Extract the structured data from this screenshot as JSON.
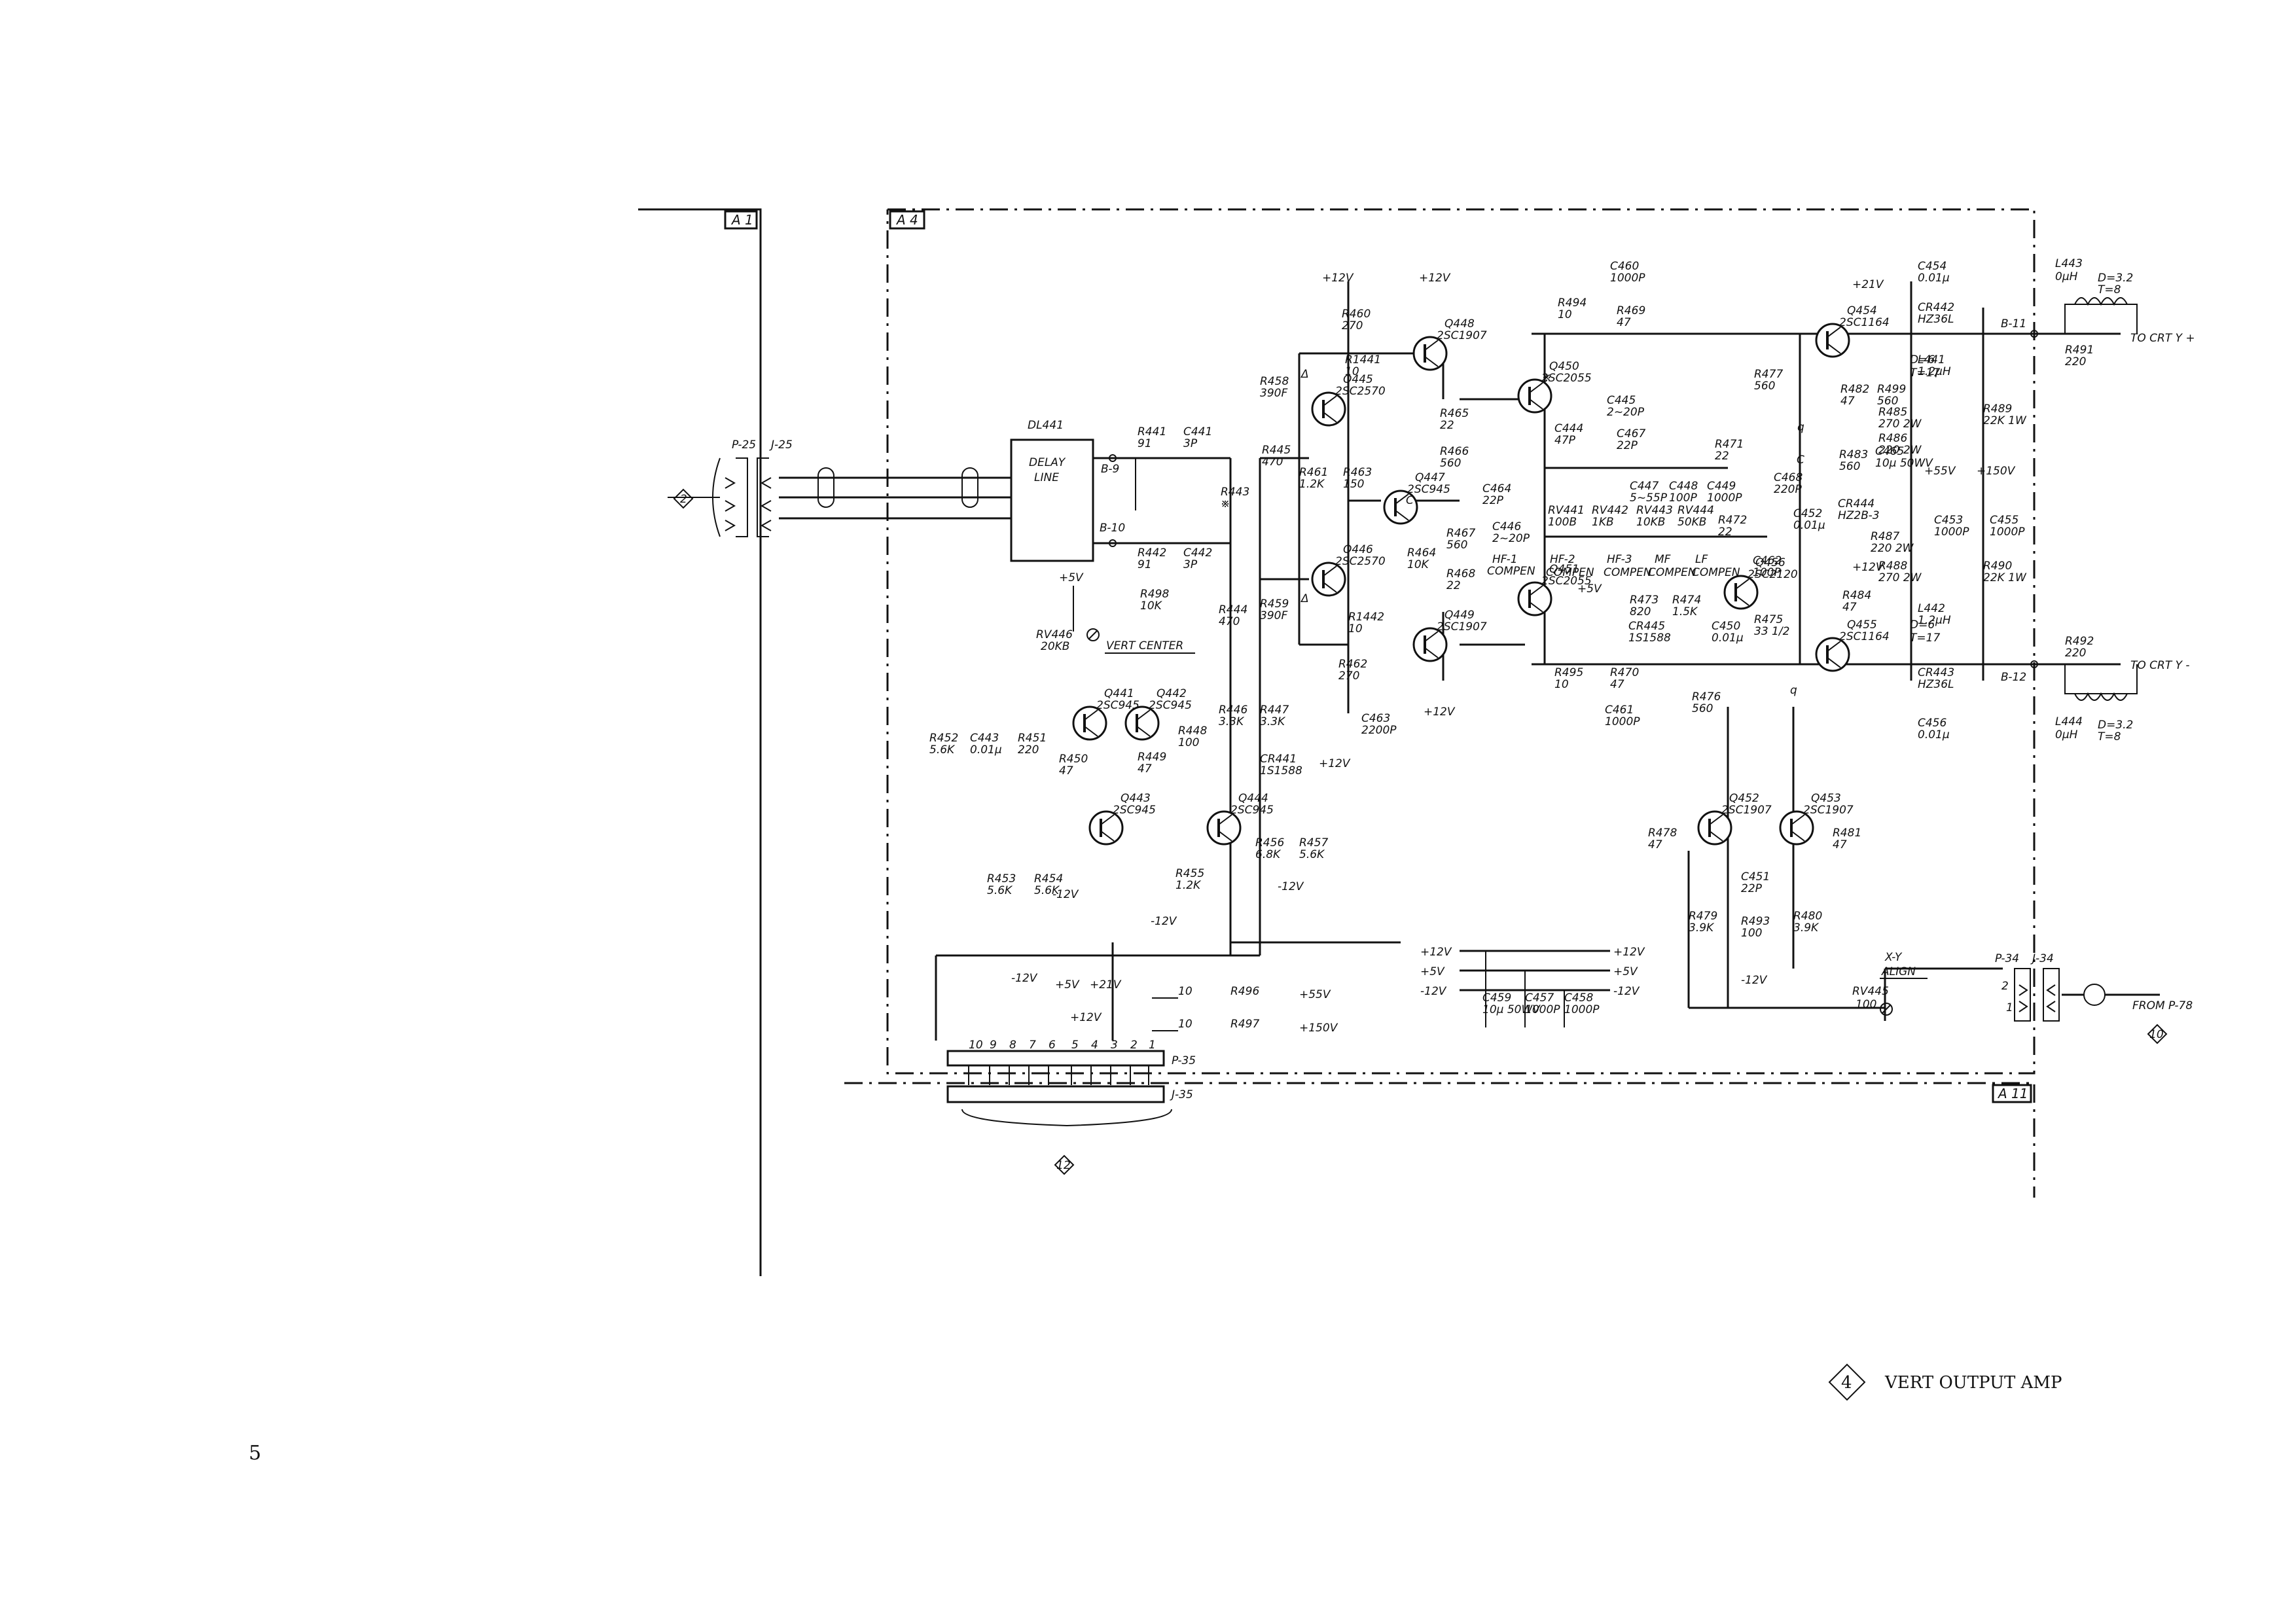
{
  "frames": {
    "a1": "A 1",
    "a4": "A 4",
    "a11": "A 11"
  },
  "title": {
    "marker": "4",
    "text": "VERT OUTPUT AMP"
  },
  "page_number": "5",
  "rails": {
    "p12": "+12V",
    "p5": "+5V",
    "m12": "-12V",
    "p21": "+21V",
    "p150": "+150V",
    "p55": "+55V"
  },
  "inputs": {
    "p25": "P-25",
    "j25": "J-25",
    "marker2": "2"
  },
  "delay_line": {
    "label1": "DELAY",
    "label2": "LINE",
    "ref": "DL441",
    "b9": "B-9",
    "b10": "B-10"
  },
  "outputs": {
    "crt_pos": "TO CRT Y +",
    "crt_neg": "TO CRT Y -",
    "b11": "B-11",
    "b12": "B-12"
  },
  "from_p78": {
    "text": "FROM P-78",
    "marker": "10",
    "p34": "P-34",
    "j34": "J-34",
    "pin2": "2",
    "pin1": "1"
  },
  "connector": {
    "p35": "P-35",
    "j35": "J-35",
    "marker": "12",
    "pins": [
      "10",
      "9",
      "8",
      "7",
      "6",
      "5",
      "4",
      "3",
      "2",
      "1"
    ]
  },
  "controls": {
    "vert_center": "VERT CENTER",
    "xy_align": "X-Y",
    "xy_align2": "ALIGN"
  },
  "transistors": [
    {
      "ref": "Q441",
      "type": "2SC945"
    },
    {
      "ref": "Q442",
      "type": "2SC945"
    },
    {
      "ref": "Q443",
      "type": "2SC945"
    },
    {
      "ref": "Q444",
      "type": "2SC945"
    },
    {
      "ref": "Q445",
      "type": "2SC2570"
    },
    {
      "ref": "Q446",
      "type": "2SC2570"
    },
    {
      "ref": "Q447",
      "type": "2SC945"
    },
    {
      "ref": "Q448",
      "type": "2SC1907"
    },
    {
      "ref": "Q449",
      "type": "2SC1907"
    },
    {
      "ref": "Q450",
      "type": "2SC2055"
    },
    {
      "ref": "Q451",
      "type": "2SC2055"
    },
    {
      "ref": "Q452",
      "type": "2SC1907"
    },
    {
      "ref": "Q453",
      "type": "2SC1907"
    },
    {
      "ref": "Q454",
      "type": "2SC1164"
    },
    {
      "ref": "Q455",
      "type": "2SC1164"
    },
    {
      "ref": "Q456",
      "type": "2SC2120"
    }
  ],
  "components": [
    {
      "ref": "R441",
      "val": "91"
    },
    {
      "ref": "C441",
      "val": "3P"
    },
    {
      "ref": "R442",
      "val": "91"
    },
    {
      "ref": "C442",
      "val": "3P"
    },
    {
      "ref": "R498",
      "val": "10K"
    },
    {
      "ref": "RV446",
      "val": "20KB"
    },
    {
      "ref": "R443",
      "val": "※"
    },
    {
      "ref": "R444",
      "val": "470"
    },
    {
      "ref": "R445",
      "val": "470"
    },
    {
      "ref": "R446",
      "val": "3.3K"
    },
    {
      "ref": "R447",
      "val": "3.3K"
    },
    {
      "ref": "R448",
      "val": "100"
    },
    {
      "ref": "R449",
      "val": "47"
    },
    {
      "ref": "R450",
      "val": "47"
    },
    {
      "ref": "R451",
      "val": "220"
    },
    {
      "ref": "C443",
      "val": "0.01μ"
    },
    {
      "ref": "R452",
      "val": "5.6K"
    },
    {
      "ref": "R453",
      "val": "5.6K"
    },
    {
      "ref": "R454",
      "val": "5.6K"
    },
    {
      "ref": "R455",
      "val": "1.2K"
    },
    {
      "ref": "R456",
      "val": "6.8K"
    },
    {
      "ref": "R457",
      "val": "5.6K"
    },
    {
      "ref": "CR441",
      "val": "1S1588"
    },
    {
      "ref": "R458",
      "val": "390F"
    },
    {
      "ref": "R459",
      "val": "390F"
    },
    {
      "ref": "R460",
      "val": "270"
    },
    {
      "ref": "R1441",
      "val": "10"
    },
    {
      "ref": "R1442",
      "val": "10"
    },
    {
      "ref": "R461",
      "val": "1.2K"
    },
    {
      "ref": "R463",
      "val": "150"
    },
    {
      "ref": "R462",
      "val": "270"
    },
    {
      "ref": "C463",
      "val": "2200P"
    },
    {
      "ref": "R464",
      "val": "10K"
    },
    {
      "ref": "R465",
      "val": "22"
    },
    {
      "ref": "R466",
      "val": "560"
    },
    {
      "ref": "R467",
      "val": "560"
    },
    {
      "ref": "R468",
      "val": "22"
    },
    {
      "ref": "C464",
      "val": "22P"
    },
    {
      "ref": "C446",
      "val": "2~20P"
    },
    {
      "ref": "R494",
      "val": "10"
    },
    {
      "ref": "R495",
      "val": "10"
    },
    {
      "ref": "C460",
      "val": "1000P"
    },
    {
      "ref": "R469",
      "val": "47"
    },
    {
      "ref": "R470",
      "val": "47"
    },
    {
      "ref": "C461",
      "val": "1000P"
    },
    {
      "ref": "C444",
      "val": "47P"
    },
    {
      "ref": "C445",
      "val": "2~20P"
    },
    {
      "ref": "C467",
      "val": "22P"
    },
    {
      "ref": "C447",
      "val": "5~55P"
    },
    {
      "ref": "C448",
      "val": "100P"
    },
    {
      "ref": "C449",
      "val": "1000P"
    },
    {
      "ref": "R471",
      "val": "22"
    },
    {
      "ref": "R472",
      "val": "22"
    },
    {
      "ref": "RV441",
      "val": "100B"
    },
    {
      "ref": "RV442",
      "val": "1KB"
    },
    {
      "ref": "RV443",
      "val": "10KB"
    },
    {
      "ref": "RV444",
      "val": "50KB"
    },
    {
      "ref": "R473",
      "val": "820"
    },
    {
      "ref": "R474",
      "val": "1.5K"
    },
    {
      "ref": "CR445",
      "val": "1S1588"
    },
    {
      "ref": "C450",
      "val": "0.01μ"
    },
    {
      "ref": "R475",
      "val": "33 1/2"
    },
    {
      "ref": "C462",
      "val": "100P"
    },
    {
      "ref": "R476",
      "val": "560"
    },
    {
      "ref": "R477",
      "val": "560"
    },
    {
      "ref": "C468",
      "val": "220P"
    },
    {
      "ref": "C452",
      "val": "0.01μ"
    },
    {
      "ref": "R483",
      "val": "560"
    },
    {
      "ref": "CR444",
      "val": "HZ2B-3"
    },
    {
      "ref": "C465",
      "val": "10μ 50WV"
    },
    {
      "ref": "R487",
      "val": "220 2W"
    },
    {
      "ref": "R482",
      "val": "47"
    },
    {
      "ref": "R499",
      "val": "560"
    },
    {
      "ref": "R484",
      "val": "47"
    },
    {
      "ref": "R485",
      "val": "270 2W"
    },
    {
      "ref": "R486",
      "val": "220 2W"
    },
    {
      "ref": "R488",
      "val": "270 2W"
    },
    {
      "ref": "C453",
      "val": "1000P"
    },
    {
      "ref": "R489",
      "val": "22K 1W"
    },
    {
      "ref": "R490",
      "val": "22K 1W"
    },
    {
      "ref": "C455",
      "val": "1000P"
    },
    {
      "ref": "C454",
      "val": "0.01μ"
    },
    {
      "ref": "C456",
      "val": "0.01μ"
    },
    {
      "ref": "CR442",
      "val": "HZ36L"
    },
    {
      "ref": "CR443",
      "val": "HZ36L"
    },
    {
      "ref": "L441",
      "val": "1.2μH"
    },
    {
      "ref": "L442",
      "val": "1.2μH"
    },
    {
      "ref": "L443",
      "val": "0μH"
    },
    {
      "ref": "L444",
      "val": "0μH"
    },
    {
      "ref": "R491",
      "val": "220"
    },
    {
      "ref": "R492",
      "val": "220"
    },
    {
      "ref": "R478",
      "val": "47"
    },
    {
      "ref": "R481",
      "val": "47"
    },
    {
      "ref": "C451",
      "val": "22P"
    },
    {
      "ref": "R479",
      "val": "3.9K"
    },
    {
      "ref": "R480",
      "val": "3.9K"
    },
    {
      "ref": "R493",
      "val": "100"
    },
    {
      "ref": "RV445",
      "val": "100"
    },
    {
      "ref": "C459",
      "val": "10μ 50WV"
    },
    {
      "ref": "C457",
      "val": "1000P"
    },
    {
      "ref": "C458",
      "val": "1000P"
    },
    {
      "ref": "R496",
      "val": "10"
    },
    {
      "ref": "R497",
      "val": "10"
    }
  ],
  "notes": {
    "l441_d": "D=6",
    "l441_t": "T=17",
    "l442_d": "D=6",
    "l442_t": "T=17",
    "l443_d": "D=3.2",
    "l443_t": "T=8",
    "l444_d": "D=3.2",
    "l444_t": "T=8",
    "hf1": "HF-1",
    "compen": "COMPEN",
    "hf2": "HF-2",
    "hf3": "HF-3",
    "mf": "MF",
    "lf": "LF",
    "c_mark": "C",
    "q_mark": "q",
    "delta": "Δ",
    "star": "※"
  }
}
